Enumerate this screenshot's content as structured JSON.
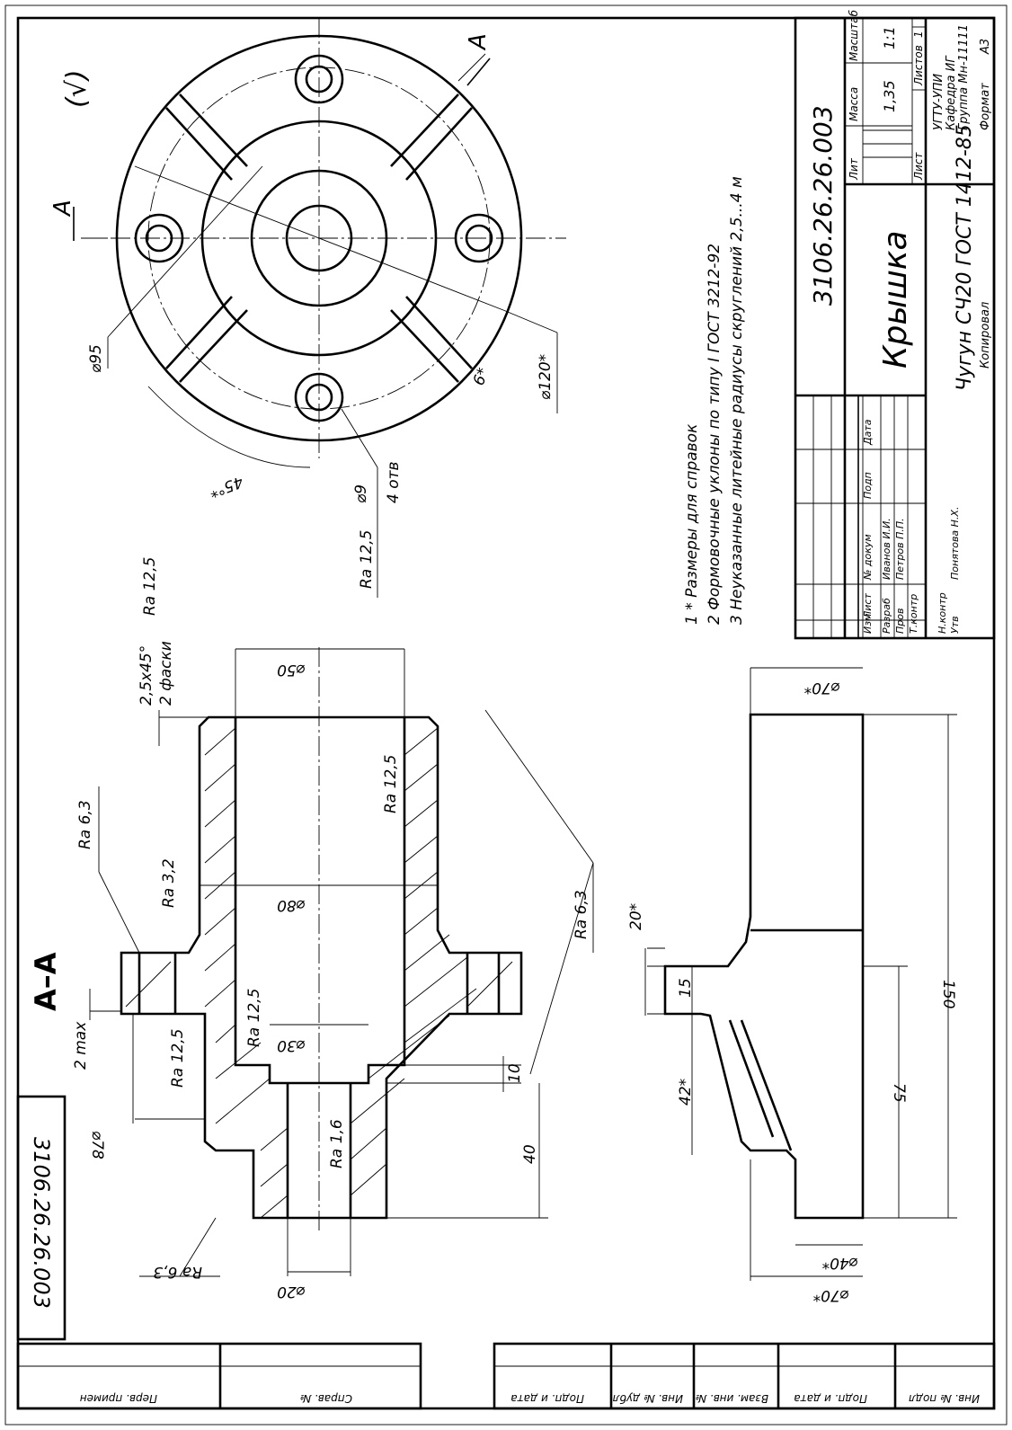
{
  "drawing": {
    "designation": "3106.26.26.003",
    "designation_margin": "3106.26.26.003",
    "part_name": "Крышка",
    "material": "Чугун СЧ20 ГОСТ 1412-85",
    "section_label": "A–A",
    "view_marker": "A",
    "roughness_general": "(√)",
    "notes": [
      "1  * Размеры для справок",
      "2  Формовочные уклоны по типу I ГОСТ 3212-92",
      "3  Неуказанные литейные радиусы скруглений 2,5...4 м"
    ]
  },
  "title_block": {
    "headers": {
      "lit": "Лит",
      "mass": "Масса",
      "scale": "Масштаб",
      "sheet": "Лист",
      "sheets": "Листов"
    },
    "mass": "1,35",
    "scale": "1:1",
    "sheets_count": "1",
    "org_lines": [
      "УГТУ-УПИ",
      "Кафедра ИГ",
      "Группа Мн-11111"
    ],
    "format_label": "Формат",
    "format_value": "А3",
    "copied": "Копировал",
    "cols": [
      "Изм",
      "Лист",
      "№ докум",
      "Подп",
      "Дата"
    ],
    "roles": [
      {
        "role": "Разраб",
        "name": "Иванов И.И."
      },
      {
        "role": "Пров",
        "name": "Петров П.П."
      },
      {
        "role": "Т.контр",
        "name": ""
      },
      {
        "role": "Н.контр",
        "name": ""
      },
      {
        "role": "Утв",
        "name": "Понятова Н.Х."
      }
    ]
  },
  "bottom_strip": [
    "Перв. примен",
    "Справ. №",
    "Подп. и дата",
    "Инв. № дубл",
    "Взам. инв. №",
    "Подп. и дата",
    "Инв. № подл"
  ],
  "plan_view_dims": {
    "d95": "⌀95",
    "d120": "⌀120*",
    "d9": "⌀9",
    "holes": "4 отв",
    "angle": "45°*",
    "rib": "6*",
    "ra125": "Ra 12,5"
  },
  "section_dims": {
    "d50": "⌀50",
    "d80": "⌀80",
    "d30": "⌀30",
    "d20": "⌀20",
    "d78": "⌀78",
    "chamfer": "2,5x45°",
    "chamfer_count": "2 фаски",
    "two_max": "2 max",
    "h10": "10",
    "h40": "40",
    "ra125": "Ra 12,5",
    "ra63": "Ra 6,3",
    "ra32": "Ra 3,2",
    "ra16": "Ra 1,6"
  },
  "side_view_dims": {
    "d70": "⌀70*",
    "d70b": "⌀70*",
    "d40": "⌀40*",
    "h150": "150",
    "h75": "75",
    "h42": "42*",
    "h20": "20*",
    "h15": "15"
  }
}
